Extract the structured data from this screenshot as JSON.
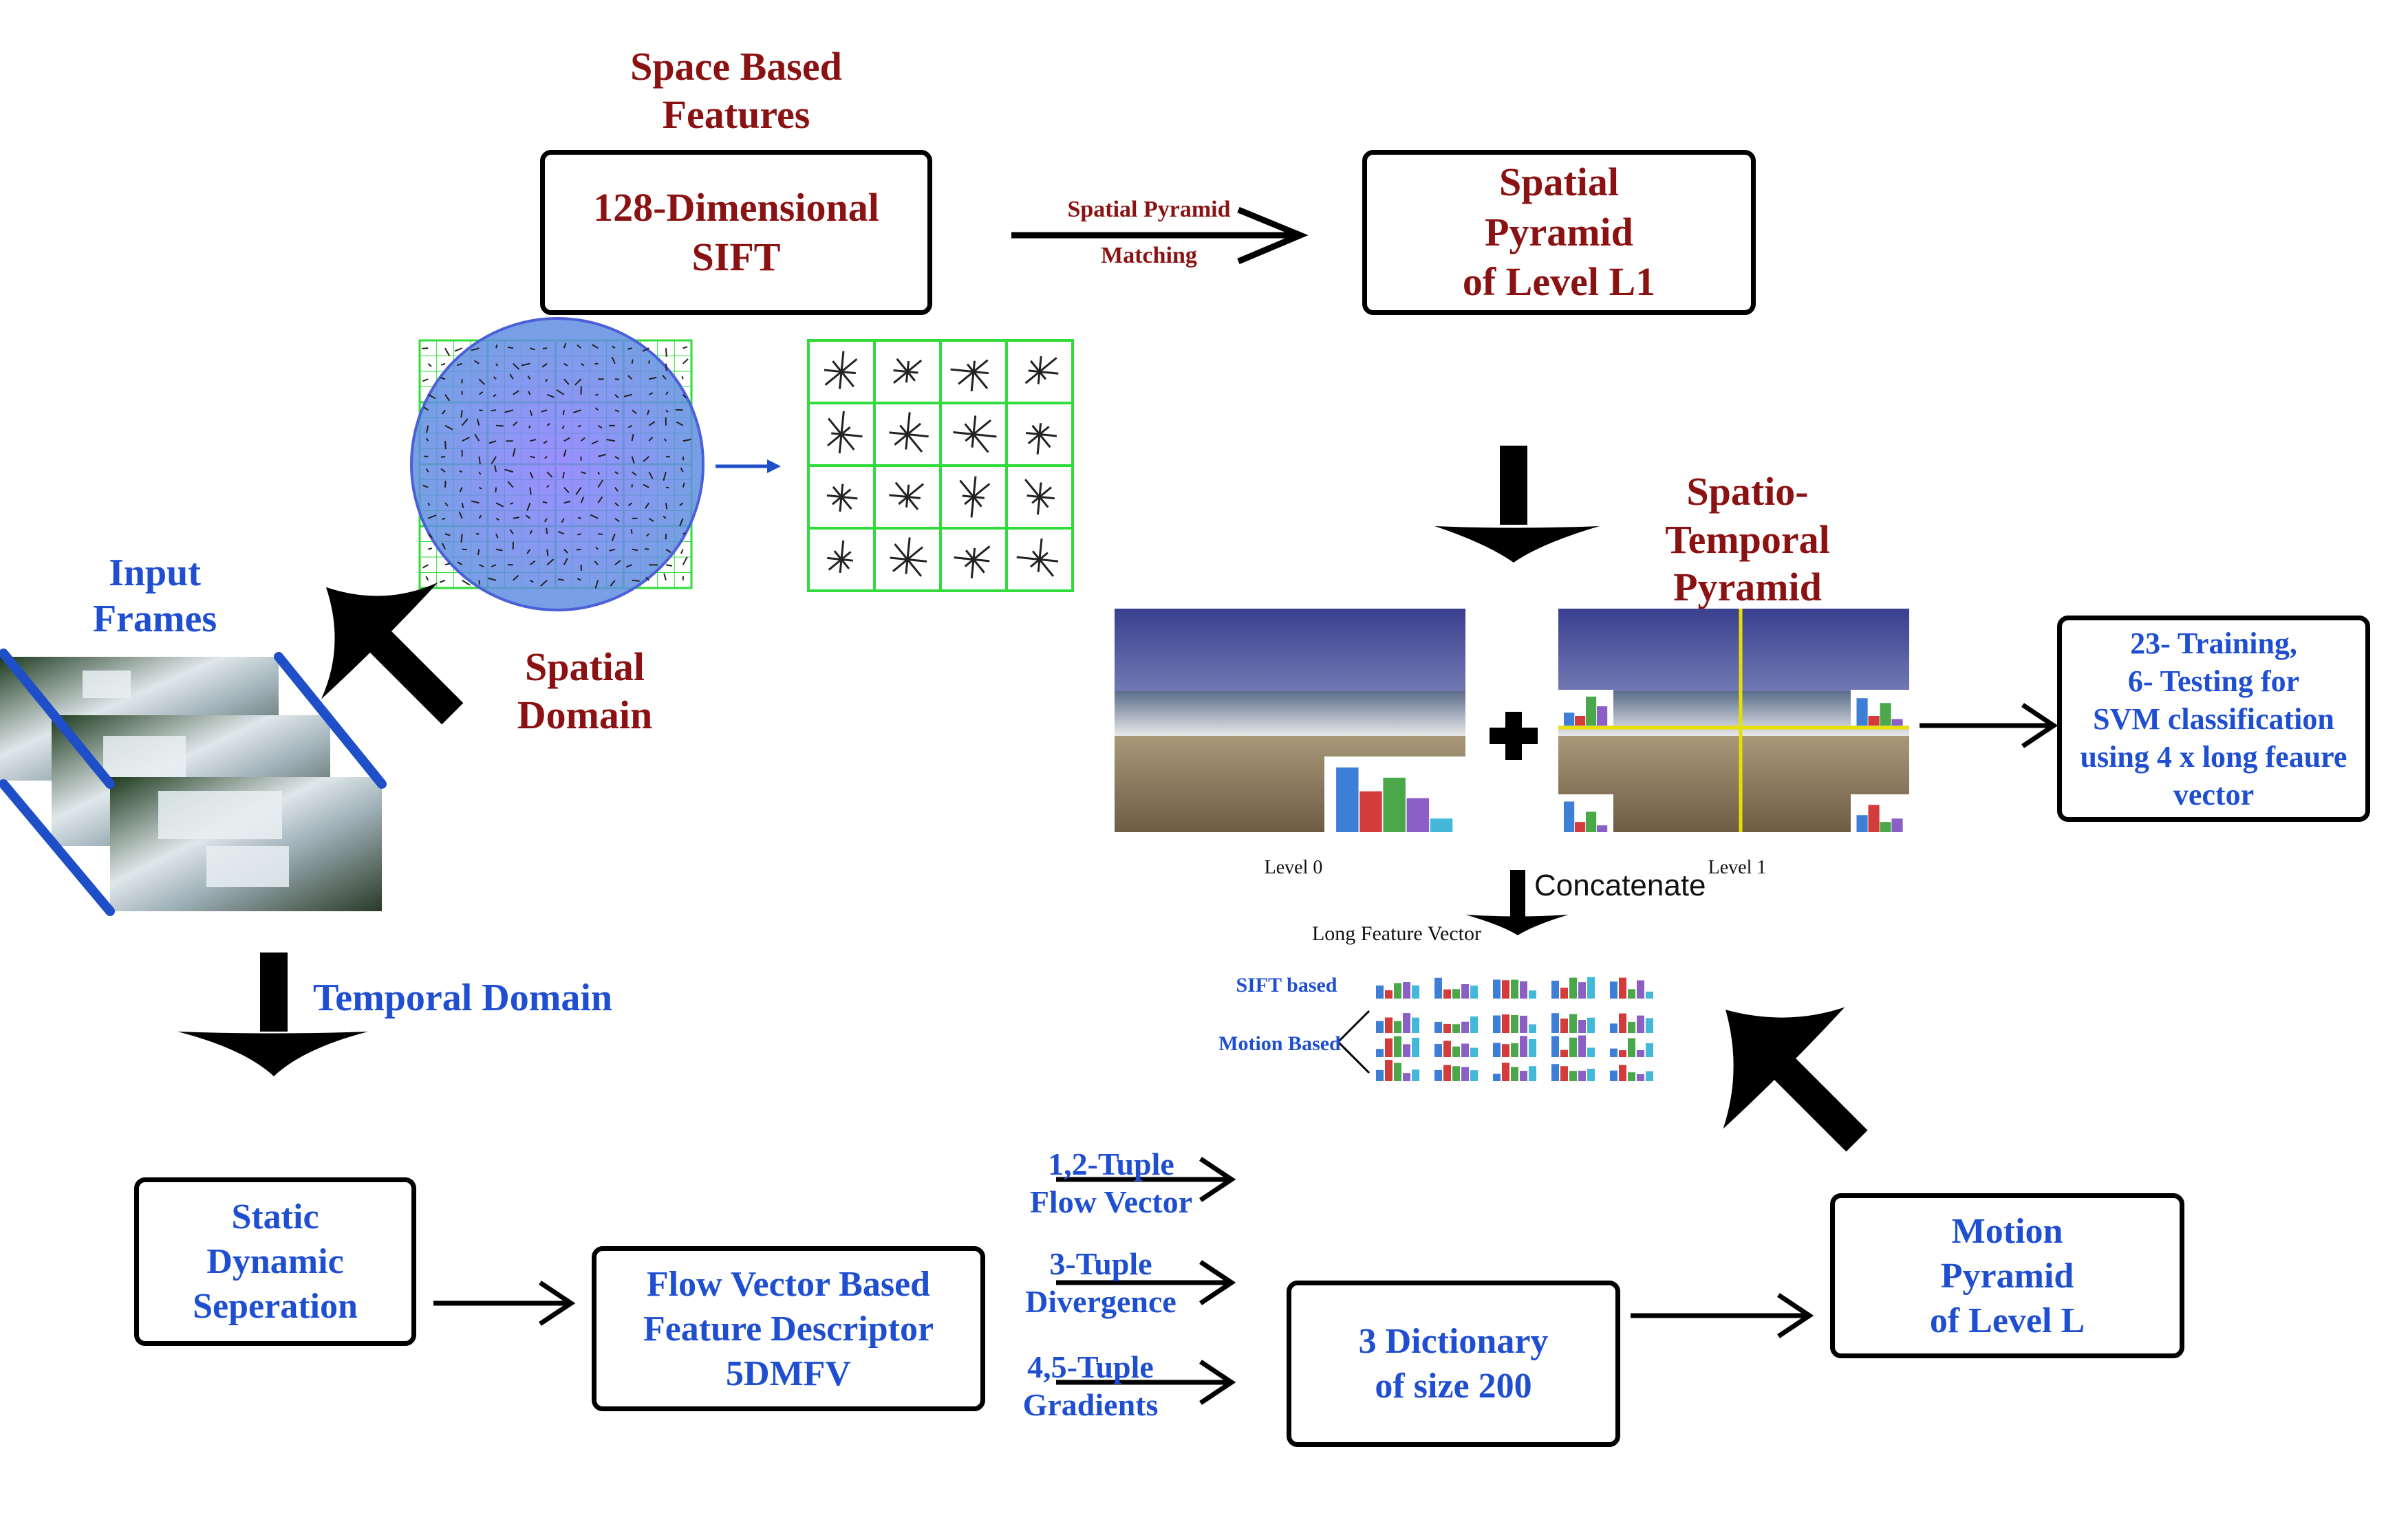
{
  "colors": {
    "red_text": "#8b1212",
    "blue_text": "#1f4fd0",
    "grid_green": "#2fdc3c",
    "circle_blue": "#7b8ff5",
    "arrow": "#000000"
  },
  "labels": {
    "space_based_features": "Space Based\nFeatures",
    "sift_box": "128-Dimensional\nSIFT",
    "spm_arrow_line1": "Spatial Pyramid",
    "spm_arrow_line2": "Matching",
    "spatial_pyramid_box": "Spatial\nPyramid\nof Level L1",
    "input_frames": "Input\nFrames",
    "spatial_domain": "Spatial\nDomain",
    "spatio_temporal_pyramid": "Spatio-\nTemporal\nPyramid",
    "svm_box": "23- Training,\n6- Testing for\nSVM classification\nusing 4 x long feaure\nvector",
    "level0": "Level 0",
    "level1": "Level 1",
    "concatenate": "Concatenate",
    "long_feature_vector": "Long Feature Vector",
    "sift_based": "SIFT based",
    "motion_based": "Motion Based",
    "temporal_domain": "Temporal Domain",
    "static_dynamic_box": "Static\nDynamic\nSeperation",
    "flow_vector_box": "Flow Vector Based\nFeature Descriptor\n5DMFV",
    "tuple12": "1,2-Tuple\nFlow Vector",
    "tuple3": "3-Tuple\nDivergence",
    "tuple45": "4,5-Tuple\nGradients",
    "dictionary_box": "3 Dictionary\nof size 200",
    "motion_pyramid_box": "Motion\nPyramid\nof Level L"
  }
}
